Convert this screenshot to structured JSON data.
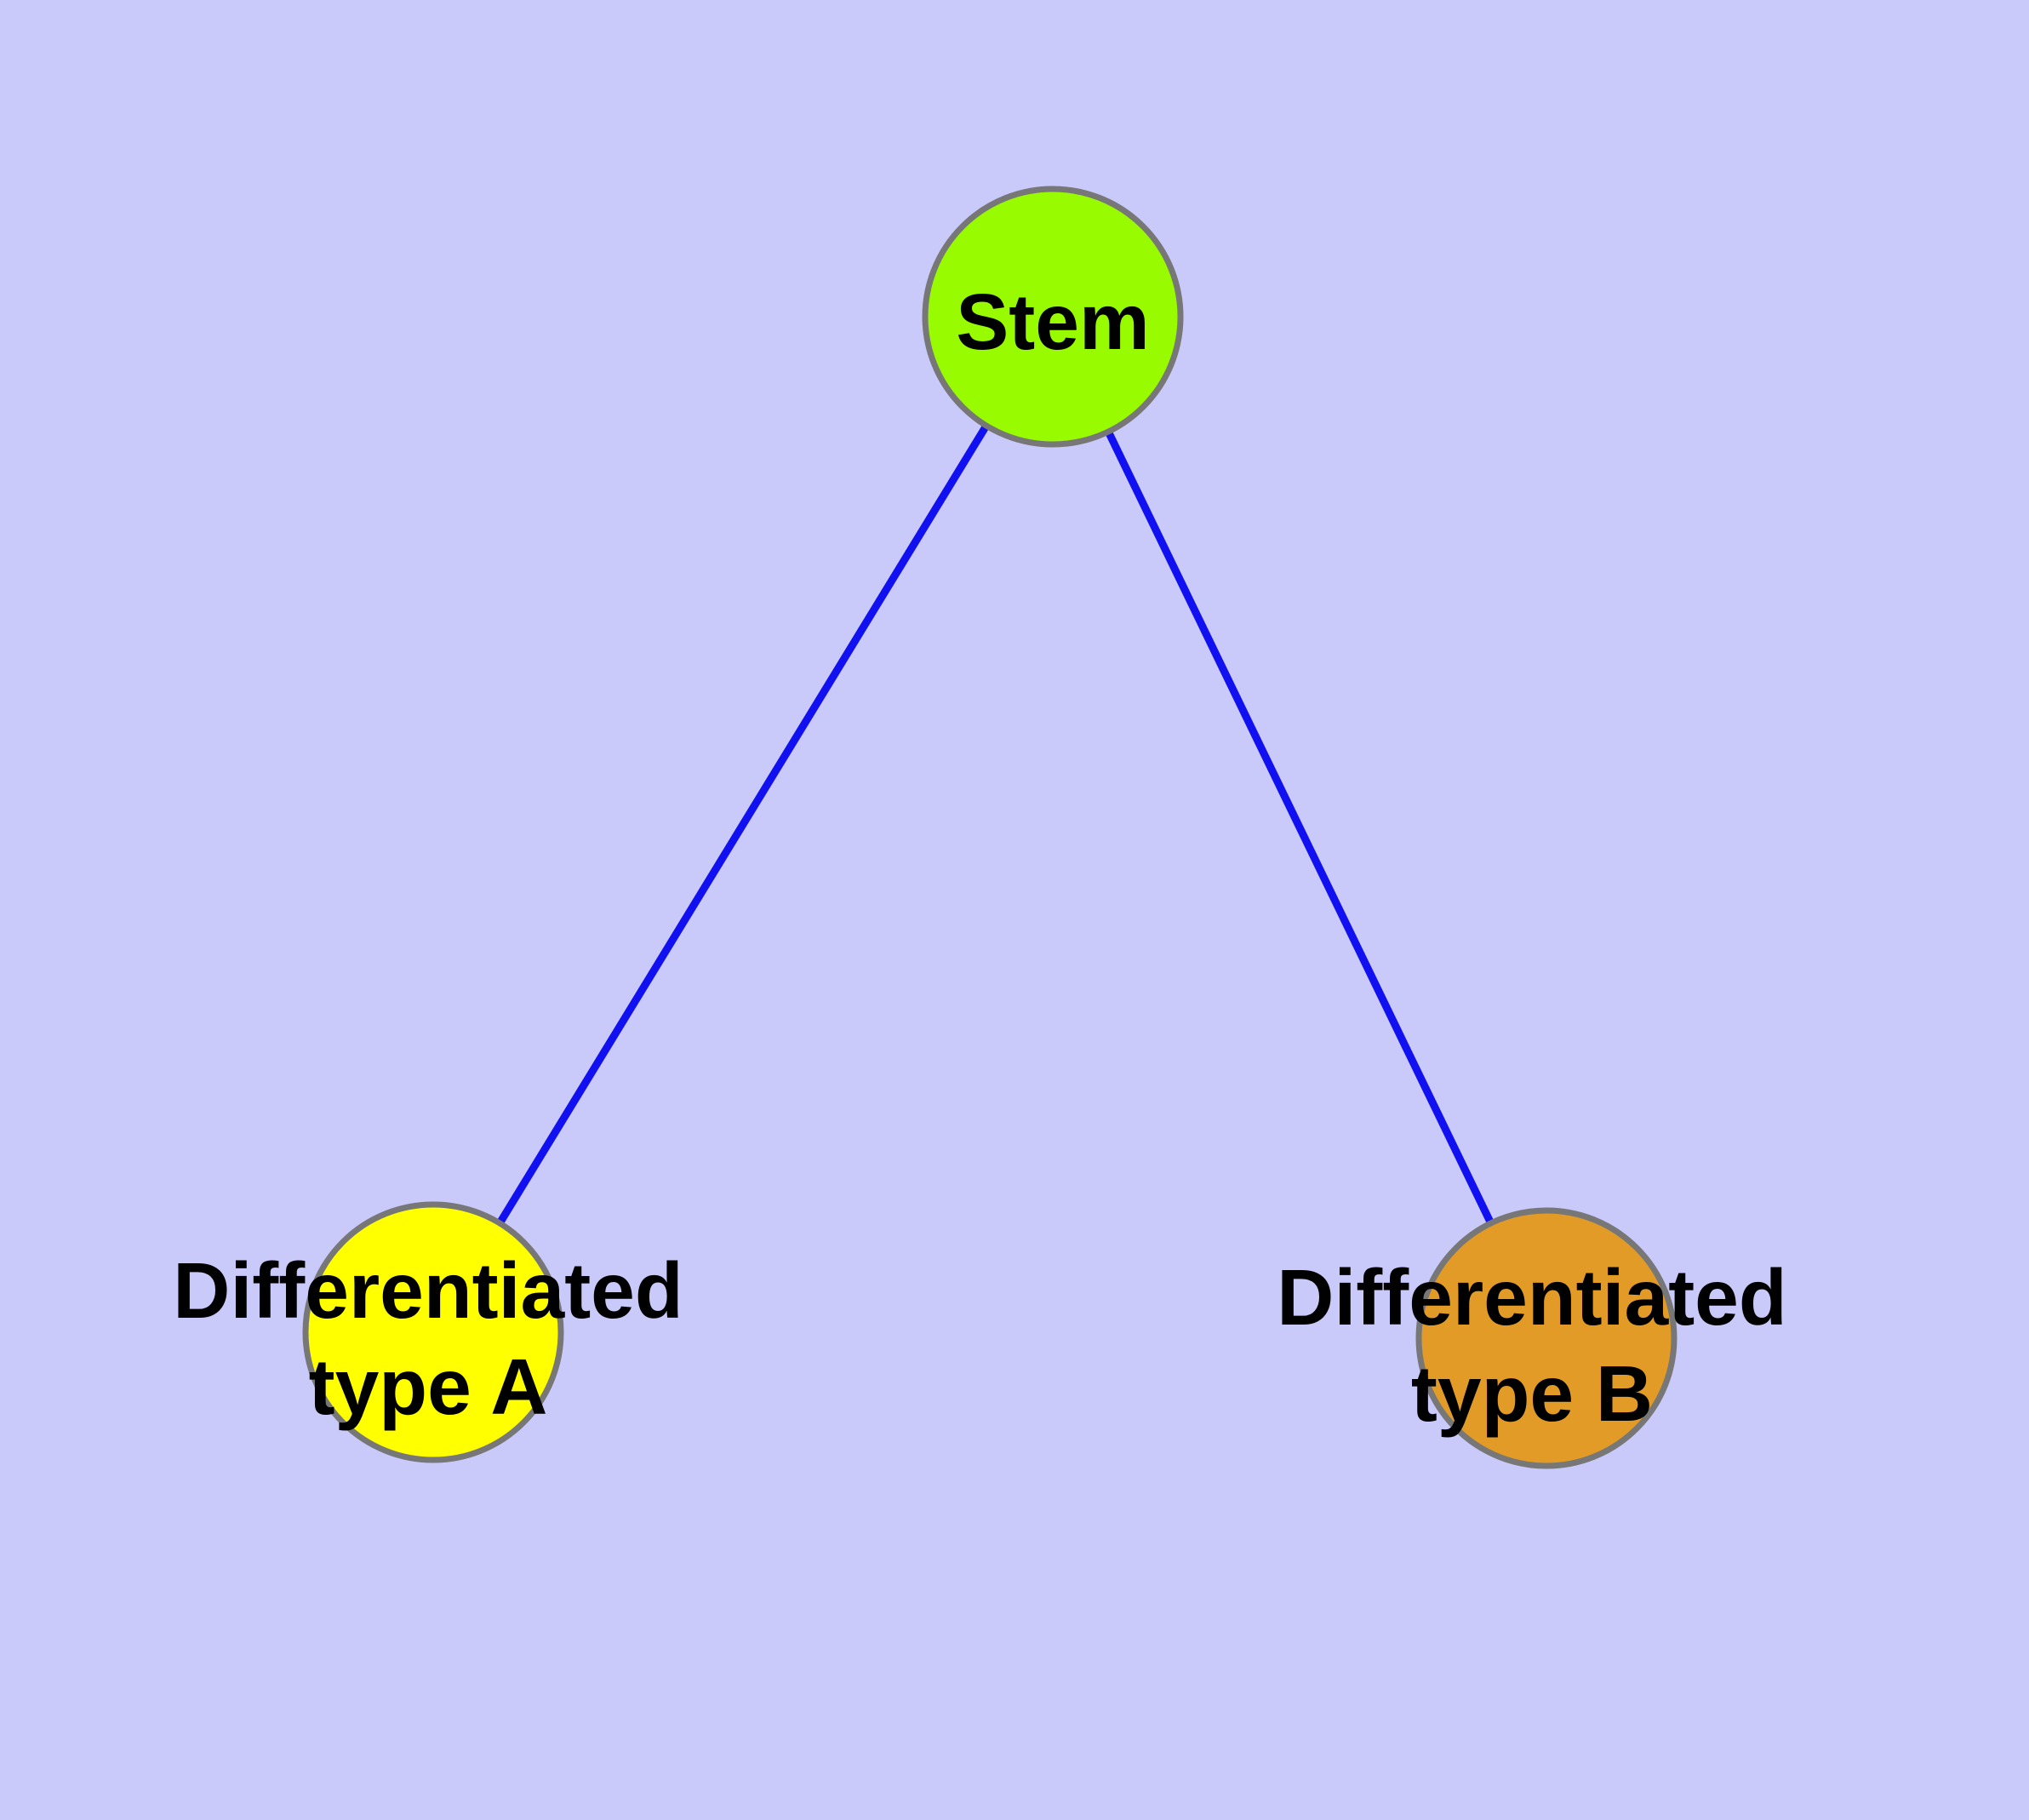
{
  "diagram": {
    "background_color": "#c9c9fa",
    "edge_color": "#1010f0",
    "node_border_color": "#777777",
    "label_color": "#000000",
    "nodes": [
      {
        "id": "stem",
        "label": "Stem",
        "fill": "#99fb00"
      },
      {
        "id": "differentiated-type-a",
        "label_line1": "Differentiated",
        "label_line2": "type A",
        "fill": "#ffff00"
      },
      {
        "id": "differentiated-type-b",
        "label_line1": "Differentiated",
        "label_line2": "type B",
        "fill": "#e29b27"
      }
    ],
    "edges": [
      {
        "from": "stem",
        "to": "differentiated-type-a"
      },
      {
        "from": "stem",
        "to": "differentiated-type-b"
      }
    ]
  }
}
